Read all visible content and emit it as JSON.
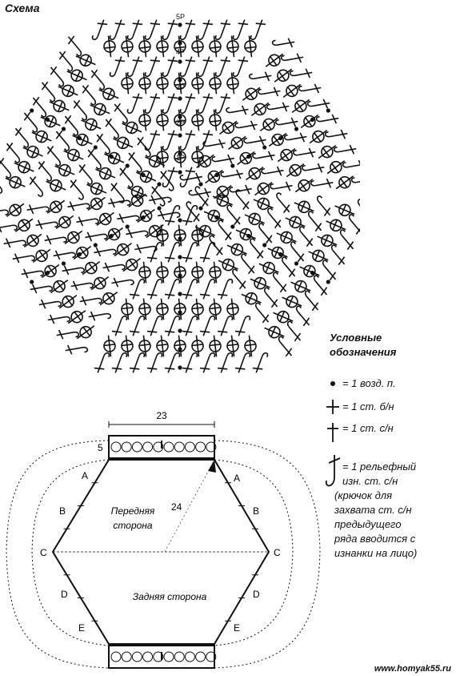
{
  "title": "Схема",
  "row_labels": [
    "1Р",
    "2Р",
    "3Р",
    "4Р",
    "5Р"
  ],
  "legend": {
    "title_line1": "Условные",
    "title_line2": "обозначения",
    "items": [
      {
        "icon": "dot-symbol",
        "text": "= 1 возд. п."
      },
      {
        "icon": "plus-symbol",
        "text": "= 1 ст. б/н"
      },
      {
        "icon": "cross-symbol",
        "text": "= 1 ст. с/н"
      }
    ],
    "relief": {
      "line1": "= 1 рельефный",
      "line2": "изн. ст. с/н",
      "line3": "(крючок для",
      "line4": "захвата ст. с/н",
      "line5": "предыдущего",
      "line6": "ряда вводится с",
      "line7": "изнанки на лицо)"
    }
  },
  "layout_diagram": {
    "width_label": "23",
    "band_label": "5",
    "height_label": "24",
    "front": {
      "line1": "Передняя",
      "line2": "сторона"
    },
    "back": "Задняя сторона",
    "left_marks": [
      "A",
      "B",
      "C",
      "D",
      "E"
    ],
    "right_marks": [
      "A",
      "B",
      "C",
      "D",
      "E"
    ]
  },
  "watermark": "www.homyak55.ru"
}
